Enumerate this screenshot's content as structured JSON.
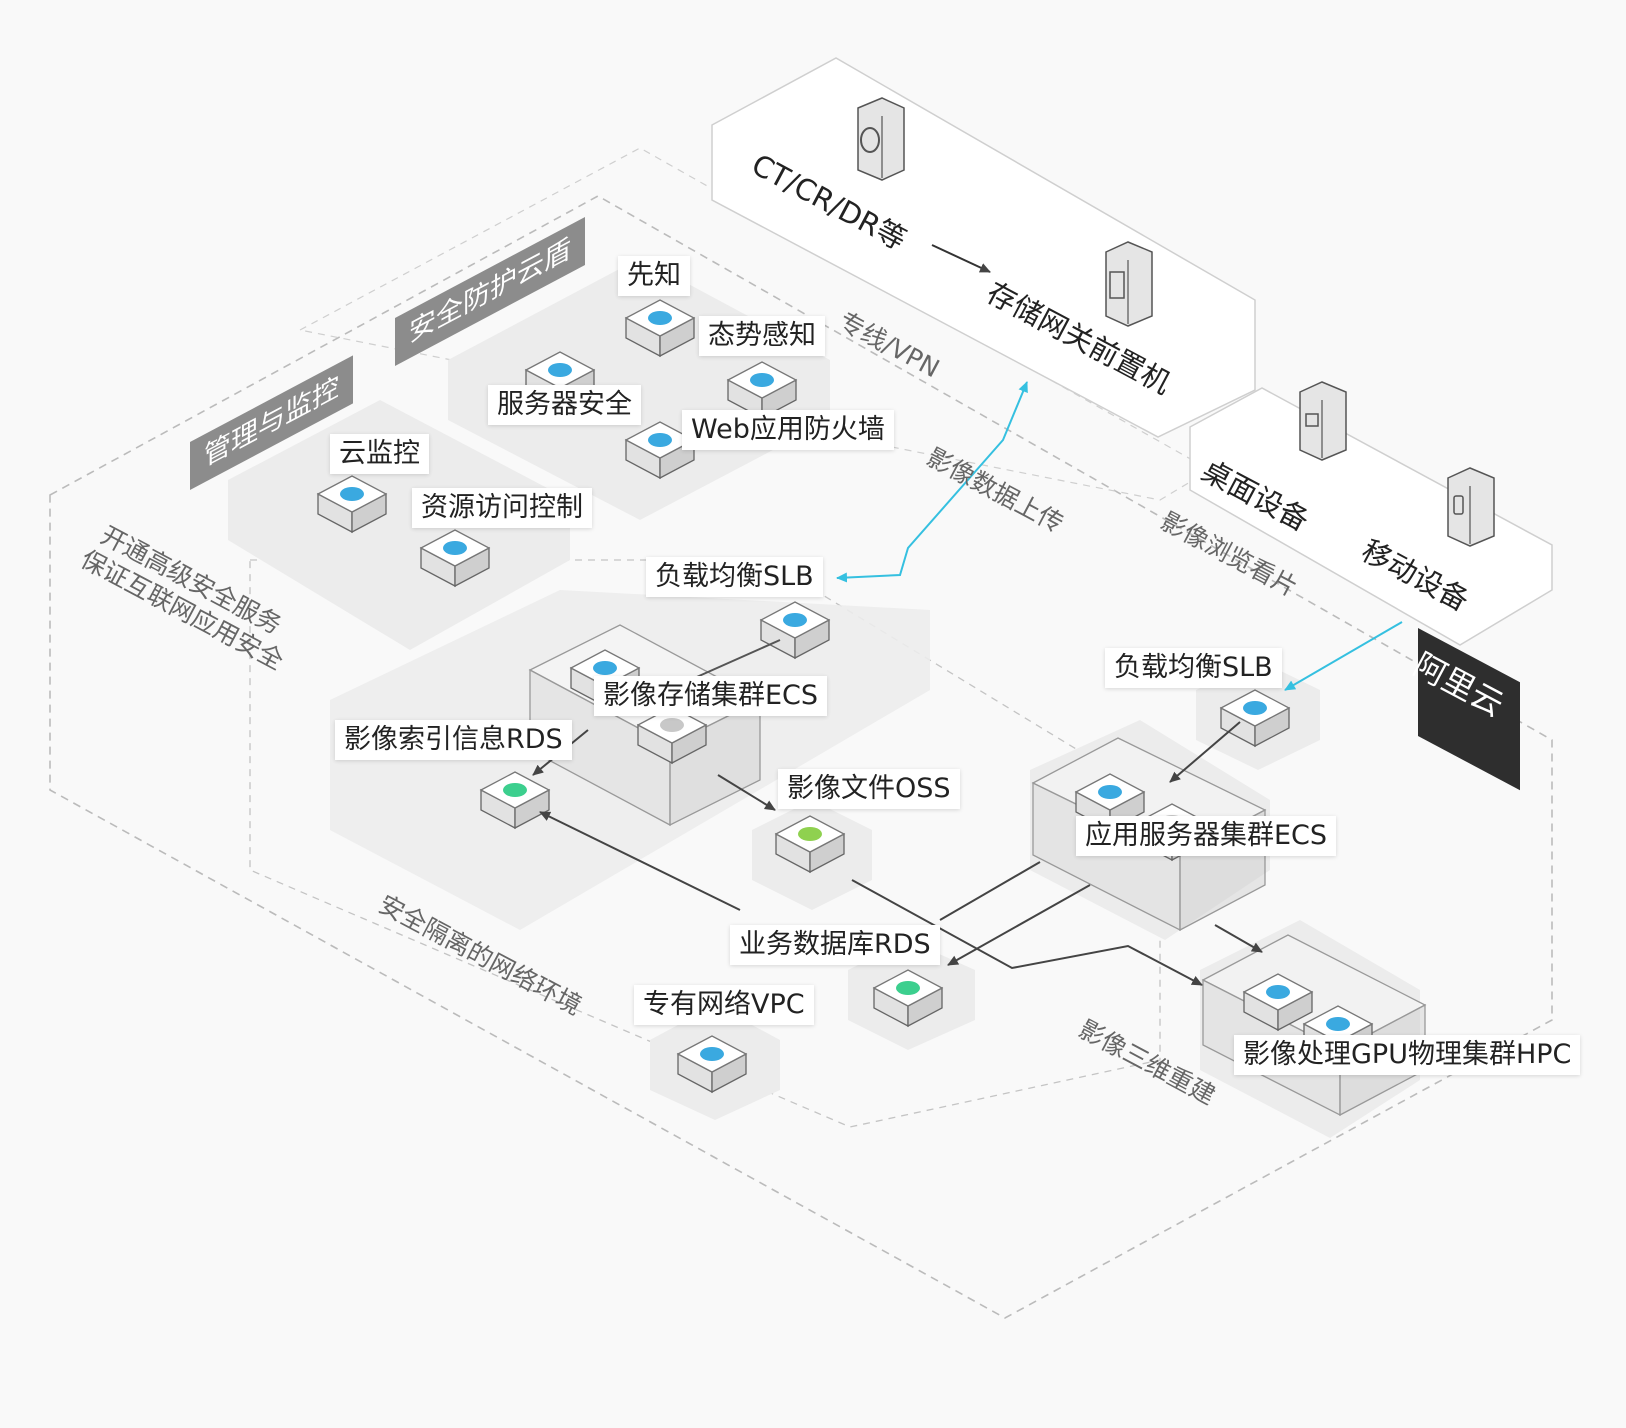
{
  "groups": {
    "security_shield": "安全防护云盾",
    "mgmt_monitor": "管理与监控",
    "aliyun": "阿里云"
  },
  "source": {
    "devices": "CT/CR/DR等",
    "gateway": "存储网关前置机"
  },
  "clients": {
    "desktop": "桌面设备",
    "mobile": "移动设备"
  },
  "services": {
    "xianzhi": "先知",
    "situation": "态势感知",
    "server_security": "服务器安全",
    "waf": "Web应用防火墙",
    "cloud_monitor": "云监控",
    "ram": "资源访问控制",
    "slb_left": "负载均衡SLB",
    "slb_right": "负载均衡SLB",
    "ecs_storage": "影像存储集群ECS",
    "rds_index": "影像索引信息RDS",
    "oss": "影像文件OSS",
    "ecs_app": "应用服务器集群ECS",
    "rds_business": "业务数据库RDS",
    "vpc": "专有网络VPC",
    "hpc": "影像处理GPU物理集群HPC"
  },
  "annotations": {
    "line_vpn": "专线/VPN",
    "upload": "影像数据上传",
    "browse": "影像浏览看片",
    "security_service_1": "开通高级安全服务",
    "security_service_2": "保证互联网应用安全",
    "isolated_network": "安全隔离的网络环境",
    "reconstruction": "影像三维重建"
  },
  "colors": {
    "accent_blue": "#3aa9e0",
    "icon_green": "#3ccf8e",
    "oss_green": "#8fd14f",
    "banner_gray": "#8c8c8c",
    "aliyun_dark": "#2e2e2e",
    "arrow_cyan": "#35c0e0",
    "arrow_dark": "#444444"
  },
  "icons": [
    "server-cube-icon",
    "cloud-monitor-icon",
    "shield-icon",
    "waf-icon",
    "slb-icon",
    "rds-icon",
    "oss-icon",
    "ecs-icon",
    "vpc-icon",
    "hpc-icon",
    "scanner-icon",
    "gateway-icon",
    "desktop-icon",
    "mobile-icon"
  ]
}
